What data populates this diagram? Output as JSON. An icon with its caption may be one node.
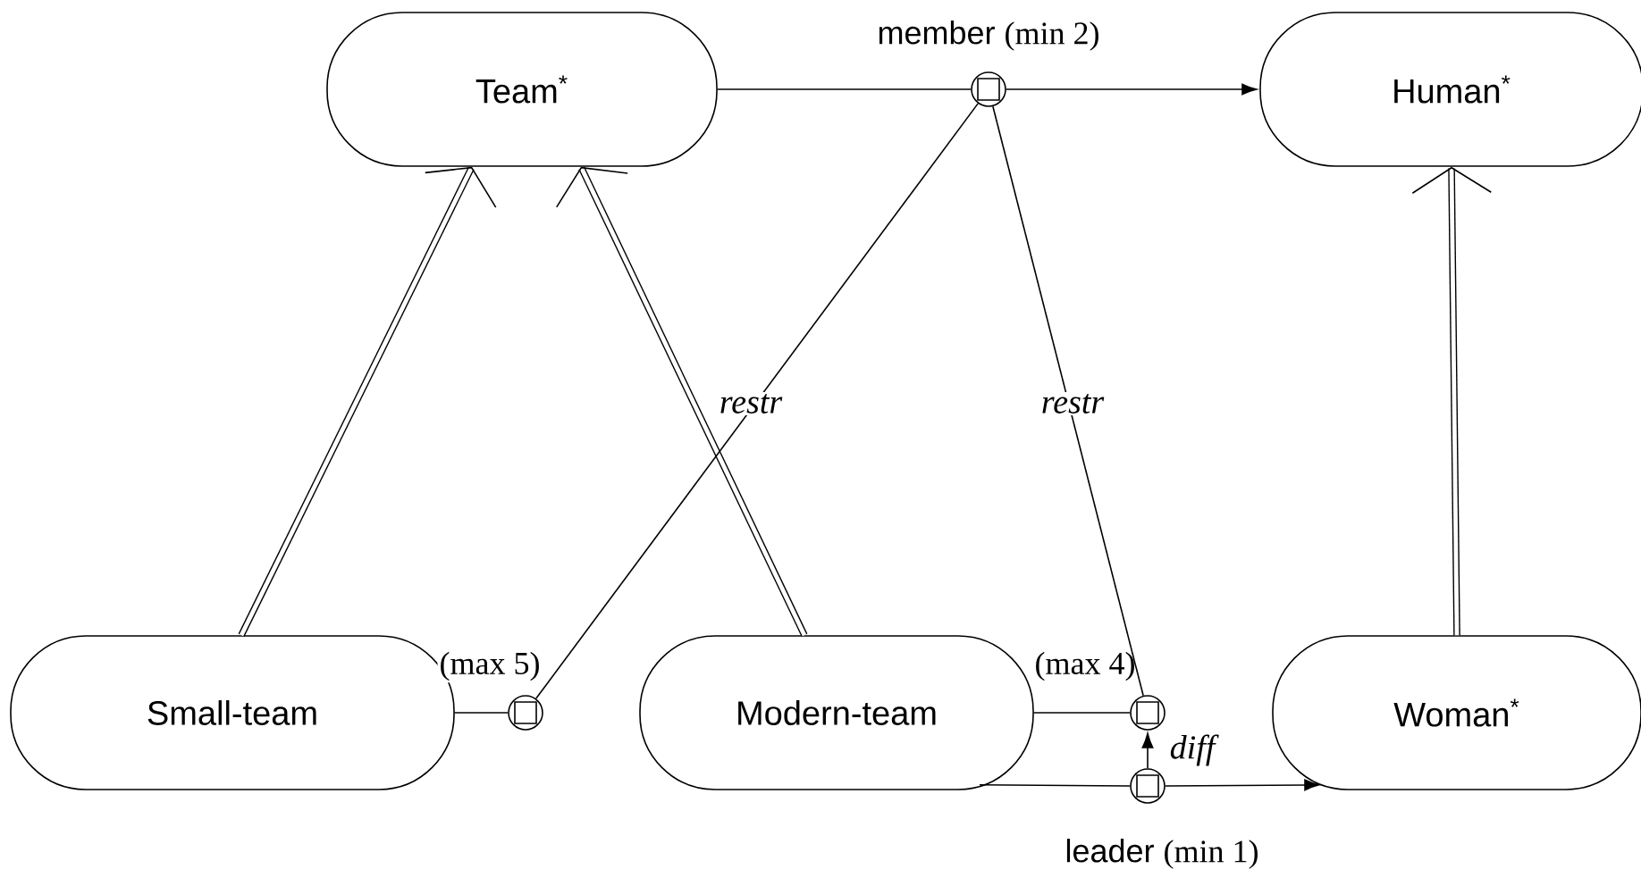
{
  "diagram": {
    "nodes": [
      {
        "text": [
          "Team$^{*}$"
        ]
      },
      {
        "text": [
          "Human$^{*}$"
        ]
      },
      {
        "text": [
          "Small-team"
        ]
      },
      {
        "text": [
          "Modern-team"
        ]
      },
      {
        "text": [
          "Woman$^{*}$"
        ]
      },
      {
        "text": [
          "member",
          "(min 2)"
        ]
      },
      {
        "text": [
          "(max 5)"
        ]
      },
      {
        "text": [
          "(max 4)"
        ]
      },
      {
        "text": [
          "leader",
          "(min 1)"
        ]
      }
    ],
    "edges": [
      {
        "from": 0,
        "to": 5,
        "arrow": "none"
      },
      {
        "from": 5,
        "to": 1,
        "arrow": "to"
      },
      {
        "from": 2,
        "to": 0,
        "arrow": "to",
        "style": "thick"
      },
      {
        "from": 3,
        "to": 0,
        "arrow": "to",
        "style": "thick"
      },
      {
        "from": 4,
        "to": 1,
        "arrow": "to",
        "style": "thick"
      },
      {
        "from": 6,
        "to": 5,
        "arrow": "none",
        "label": "restr"
      },
      {
        "from": 7,
        "to": 5,
        "arrow": "none",
        "label": "restr"
      },
      {
        "from": 2,
        "to": 6,
        "arrow": "none"
      },
      {
        "from": 3,
        "to": 7,
        "arrow": "none"
      },
      {
        "from": 8,
        "to": 7,
        "arrow": "to",
        "label": "diff"
      },
      {
        "from": 3,
        "to": 8,
        "arrow": "none"
      },
      {
        "from": 8,
        "to": 4,
        "arrow": "to"
      }
    ]
  }
}
